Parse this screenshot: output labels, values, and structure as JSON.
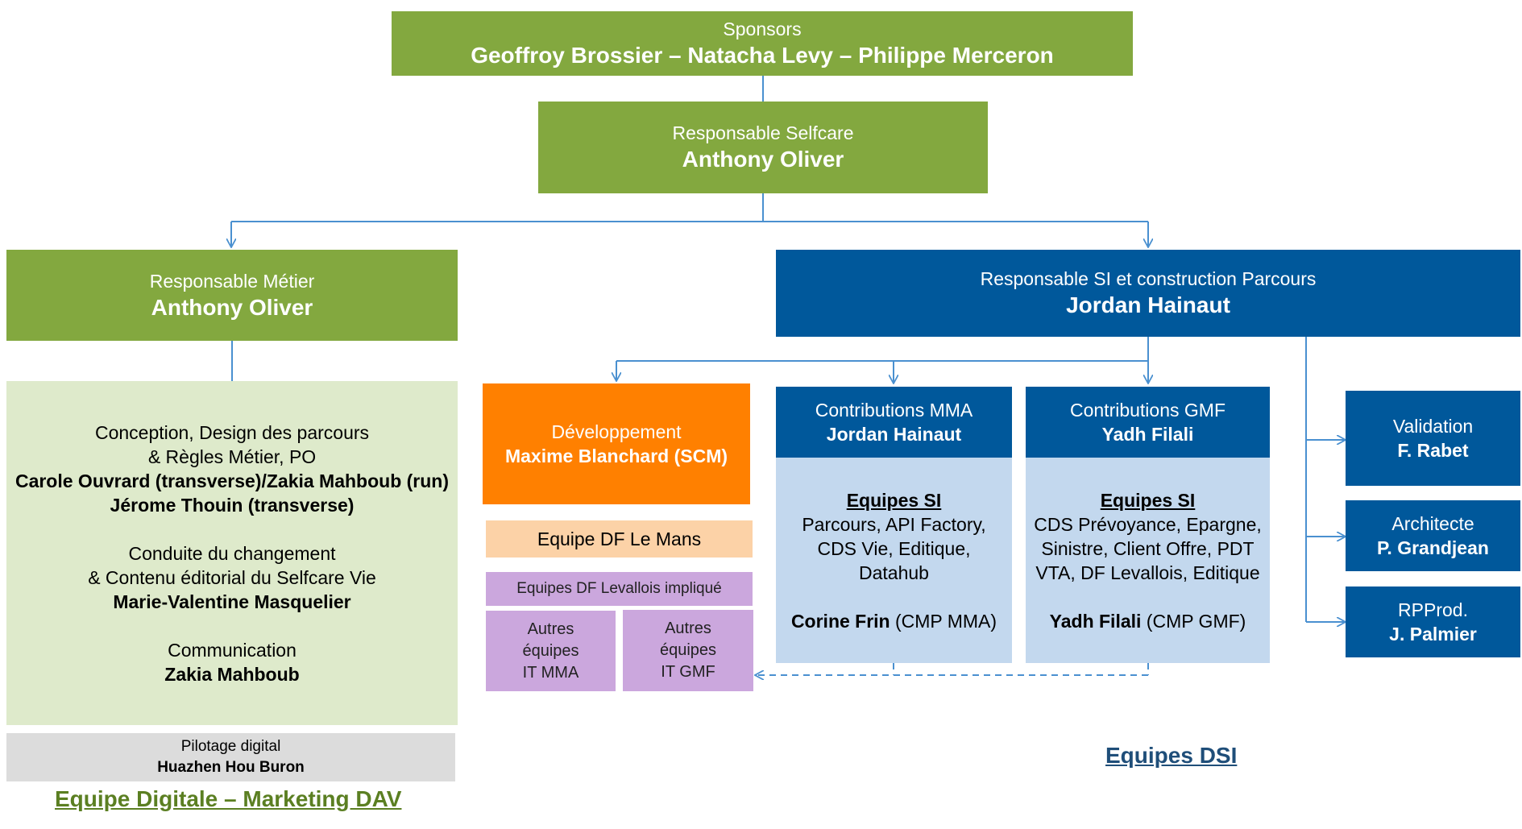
{
  "sponsors": {
    "label": "Sponsors",
    "names": "Geoffroy Brossier – Natacha Levy – Philippe Merceron"
  },
  "selfcare": {
    "label": "Responsable Selfcare",
    "name": "Anthony Oliver"
  },
  "metier": {
    "label": "Responsable Métier",
    "name": "Anthony Oliver"
  },
  "si": {
    "label": "Responsable SI et construction Parcours",
    "name": "Jordan Hainaut"
  },
  "metier_team": {
    "section1": {
      "line1": "Conception,  Design des parcours",
      "line2": "& Règles Métier, PO",
      "line3": "Carole Ouvrard (transverse)/Zakia Mahboub (run)",
      "line4": "Jérome Thouin (transverse)"
    },
    "section2": {
      "line1": "Conduite du changement",
      "line2": "& Contenu éditorial du Selfcare Vie",
      "line3": "Marie-Valentine Masquelier"
    },
    "section3": {
      "line1": "Communication",
      "line2": "Zakia Mahboub"
    }
  },
  "pilotage": {
    "label": "Pilotage digital",
    "name": "Huazhen Hou Buron"
  },
  "footer_left": "Equipe Digitale – Marketing DAV",
  "developpement": {
    "label": "Développement",
    "name": "Maxime Blanchard (SCM)"
  },
  "equipe_df_le_mans": "Equipe DF Le Mans",
  "equipes_df_levallois": "Equipes DF Levallois impliqué",
  "autres_mma": {
    "line1": "Autres",
    "line2": "équipes",
    "line3": "IT MMA"
  },
  "autres_gmf": {
    "line1": "Autres",
    "line2": "équipes",
    "line3": "IT GMF"
  },
  "contrib_mma": {
    "label": "Contributions MMA",
    "name": "Jordan Hainaut",
    "equipes_title": "Equipes SI",
    "line1": "Parcours, API Factory,",
    "line2": "CDS Vie, Editique,",
    "line3": "Datahub",
    "cmp_name": "Corine Frin",
    "cmp_role": " (CMP MMA)"
  },
  "contrib_gmf": {
    "label": "Contributions GMF",
    "name": "Yadh Filali",
    "equipes_title": "Equipes SI",
    "line1": "CDS Prévoyance, Epargne,",
    "line2": "Sinistre, Client Offre, PDT",
    "line3": "VTA, DF Levallois, Editique",
    "cmp_name": "Yadh Filali",
    "cmp_role": " (CMP GMF)"
  },
  "validation": {
    "label": "Validation",
    "name": "F. Rabet"
  },
  "architecte": {
    "label": "Architecte",
    "name": "P. Grandjean"
  },
  "rpprod": {
    "label": "RPProd.",
    "name": "J. Palmier"
  },
  "footer_right": "Equipes DSI",
  "colors": {
    "green": "#83a83f",
    "blue": "#00589b",
    "light_green": "#deeacb",
    "light_blue": "#c3d8ee",
    "orange": "#ff8000",
    "peach": "#fcd2a7",
    "lavender": "#cba7dd",
    "grey": "#dcdcdc",
    "connector": "#4a90d0",
    "footer_green": "#5b7f22",
    "footer_blue": "#1f4e79"
  }
}
